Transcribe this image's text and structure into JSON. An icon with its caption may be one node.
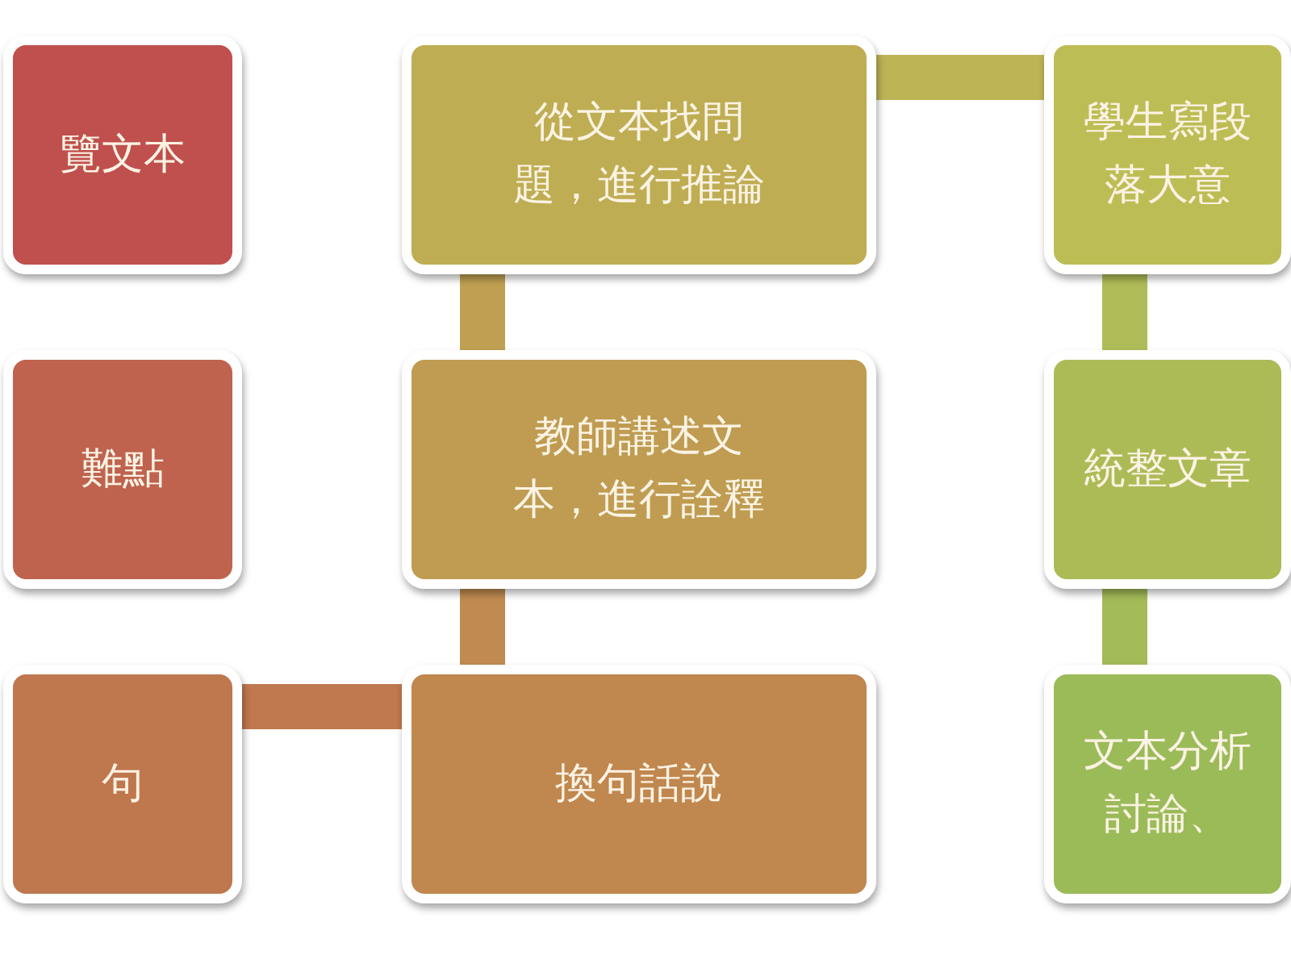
{
  "diagram": {
    "nodes": [
      {
        "text": [
          "覽文本"
        ]
      },
      {
        "text": [
          "難點"
        ]
      },
      {
        "text": [
          "句"
        ]
      },
      {
        "text": [
          "從文本找問題，進行推論"
        ]
      },
      {
        "text": [
          "教師講述文本，進行詮釋"
        ]
      },
      {
        "text": [
          "換句話說"
        ]
      },
      {
        "text": [
          "學生寫段落大意"
        ]
      },
      {
        "text": [
          "統整文章"
        ]
      },
      {
        "text": [
          "文本分析討論、"
        ]
      }
    ],
    "edges": [
      {
        "from": 2,
        "to": 5,
        "arrow": "none",
        "color": "#c0784f"
      },
      {
        "from": 5,
        "to": 4,
        "arrow": "none",
        "color": "#c08a50"
      },
      {
        "from": 4,
        "to": 3,
        "arrow": "none",
        "color": "#bfa052"
      },
      {
        "from": 3,
        "to": 6,
        "arrow": "none",
        "color": "#bdb455"
      },
      {
        "from": 6,
        "to": 7,
        "arrow": "none",
        "color": "#b0bc57"
      },
      {
        "from": 7,
        "to": 8,
        "arrow": "none",
        "color": "#a3bb58"
      }
    ]
  }
}
